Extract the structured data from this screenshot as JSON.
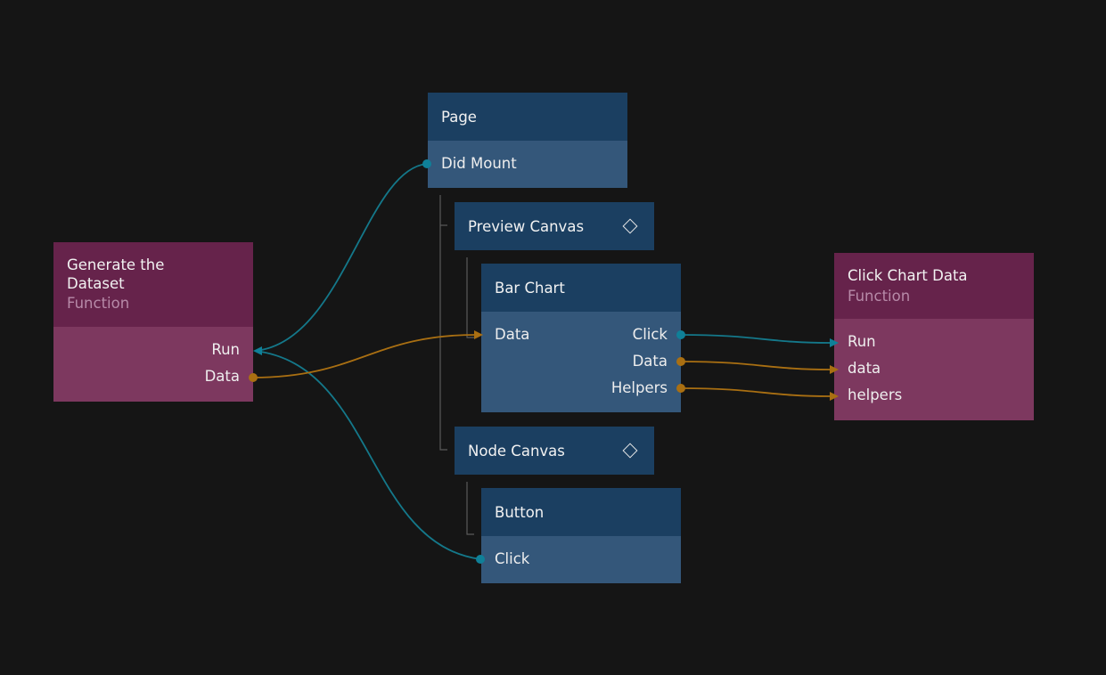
{
  "colors": {
    "background": "#151515",
    "blue_node_header": "#1b3f61",
    "blue_node_body": "#34577a",
    "function_node_header": "#66234b",
    "function_node_body": "#7d385f",
    "signal_wire": "#14788a",
    "data_wire": "#a96f12"
  },
  "nodes": {
    "generate": {
      "title_line1": "Generate the",
      "title_line2": "Dataset",
      "subtitle": "Function",
      "ports": {
        "run": "Run",
        "data": "Data"
      }
    },
    "page": {
      "title": "Page",
      "ports": {
        "did_mount": "Did Mount"
      }
    },
    "preview_canvas": {
      "title": "Preview Canvas",
      "icon": "diamond-icon"
    },
    "bar_chart": {
      "title": "Bar Chart",
      "ports": {
        "data": "Data",
        "click": "Click",
        "data_out": "Data",
        "helpers": "Helpers"
      }
    },
    "node_canvas": {
      "title": "Node Canvas",
      "icon": "diamond-icon"
    },
    "button": {
      "title": "Button",
      "ports": {
        "click": "Click"
      }
    },
    "click_chart_data": {
      "title": "Click Chart Data",
      "subtitle": "Function",
      "ports": {
        "run": "Run",
        "data": "data",
        "helpers": "helpers"
      }
    }
  }
}
